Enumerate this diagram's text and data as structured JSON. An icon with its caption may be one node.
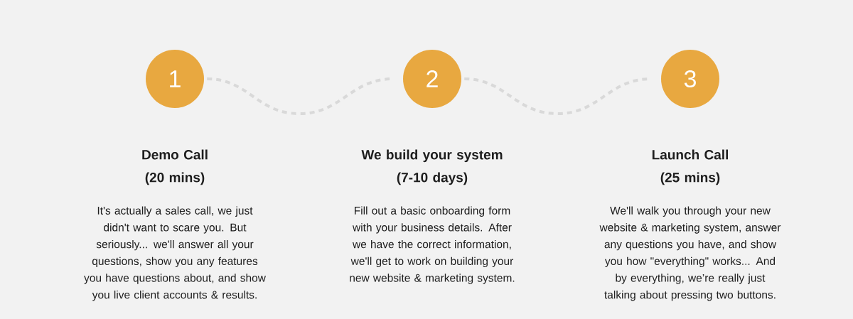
{
  "diagram": {
    "nodes": [
      {
        "text": [
          "1"
        ],
        "beside": [
          "Demo Call",
          "(20 mins)"
        ]
      },
      {
        "text": [
          "2"
        ],
        "beside": [
          "We build your system",
          "(7-10 days)"
        ]
      },
      {
        "text": [
          "3"
        ],
        "beside": [
          "Launch Call",
          "(25 mins)"
        ]
      }
    ],
    "edges": [
      {
        "from": 0,
        "to": 1,
        "arrow": "none",
        "style": "dashed"
      },
      {
        "from": 1,
        "to": 2,
        "arrow": "none",
        "style": "dashed"
      }
    ],
    "labels": [
      "It's actually a sales call, we just didn't want to scare you. But seriously... we'll answer all your questions, show you any features you have questions about, and show you live client accounts & results.",
      "Fill out a basic onboarding form with your business details. After we have the correct information, we'll get to work on building your new website & marketing system.",
      "We'll walk you through your new website & marketing system, answer any questions you have, and show you how \"everything\" works... And by everything, we’re really just talking about pressing two buttons."
    ]
  }
}
